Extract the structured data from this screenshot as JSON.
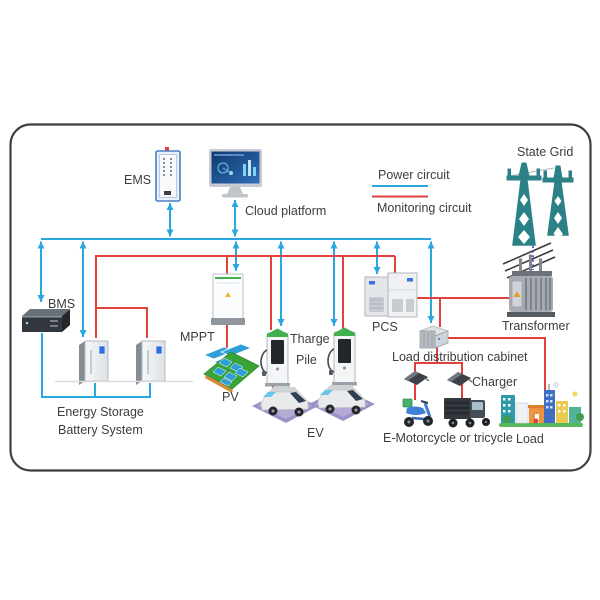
{
  "legend": {
    "power_label": "Power circuit",
    "monitoring_label": "Monitoring circuit",
    "power_color": "#2BA7E0",
    "monitoring_color": "#E2403C"
  },
  "nodes": {
    "ems": "EMS",
    "cloud_platform": "Cloud platform",
    "state_grid": "State Grid",
    "bms": "BMS",
    "mppt": "MPPT",
    "pv": "PV",
    "charge_pile_line1": "Tharge",
    "charge_pile_line2": "Pile",
    "pcs": "PCS",
    "transformer": "Transformer",
    "load_distribution_cabinet": "Load distribution cabinet",
    "charger": "Charger",
    "energy_storage_line1": "Energy Storage",
    "energy_storage_line2": "Battery System",
    "ev": "EV",
    "e_motorcycle": "E-Motorcycle or tricycle",
    "load": "Load"
  }
}
